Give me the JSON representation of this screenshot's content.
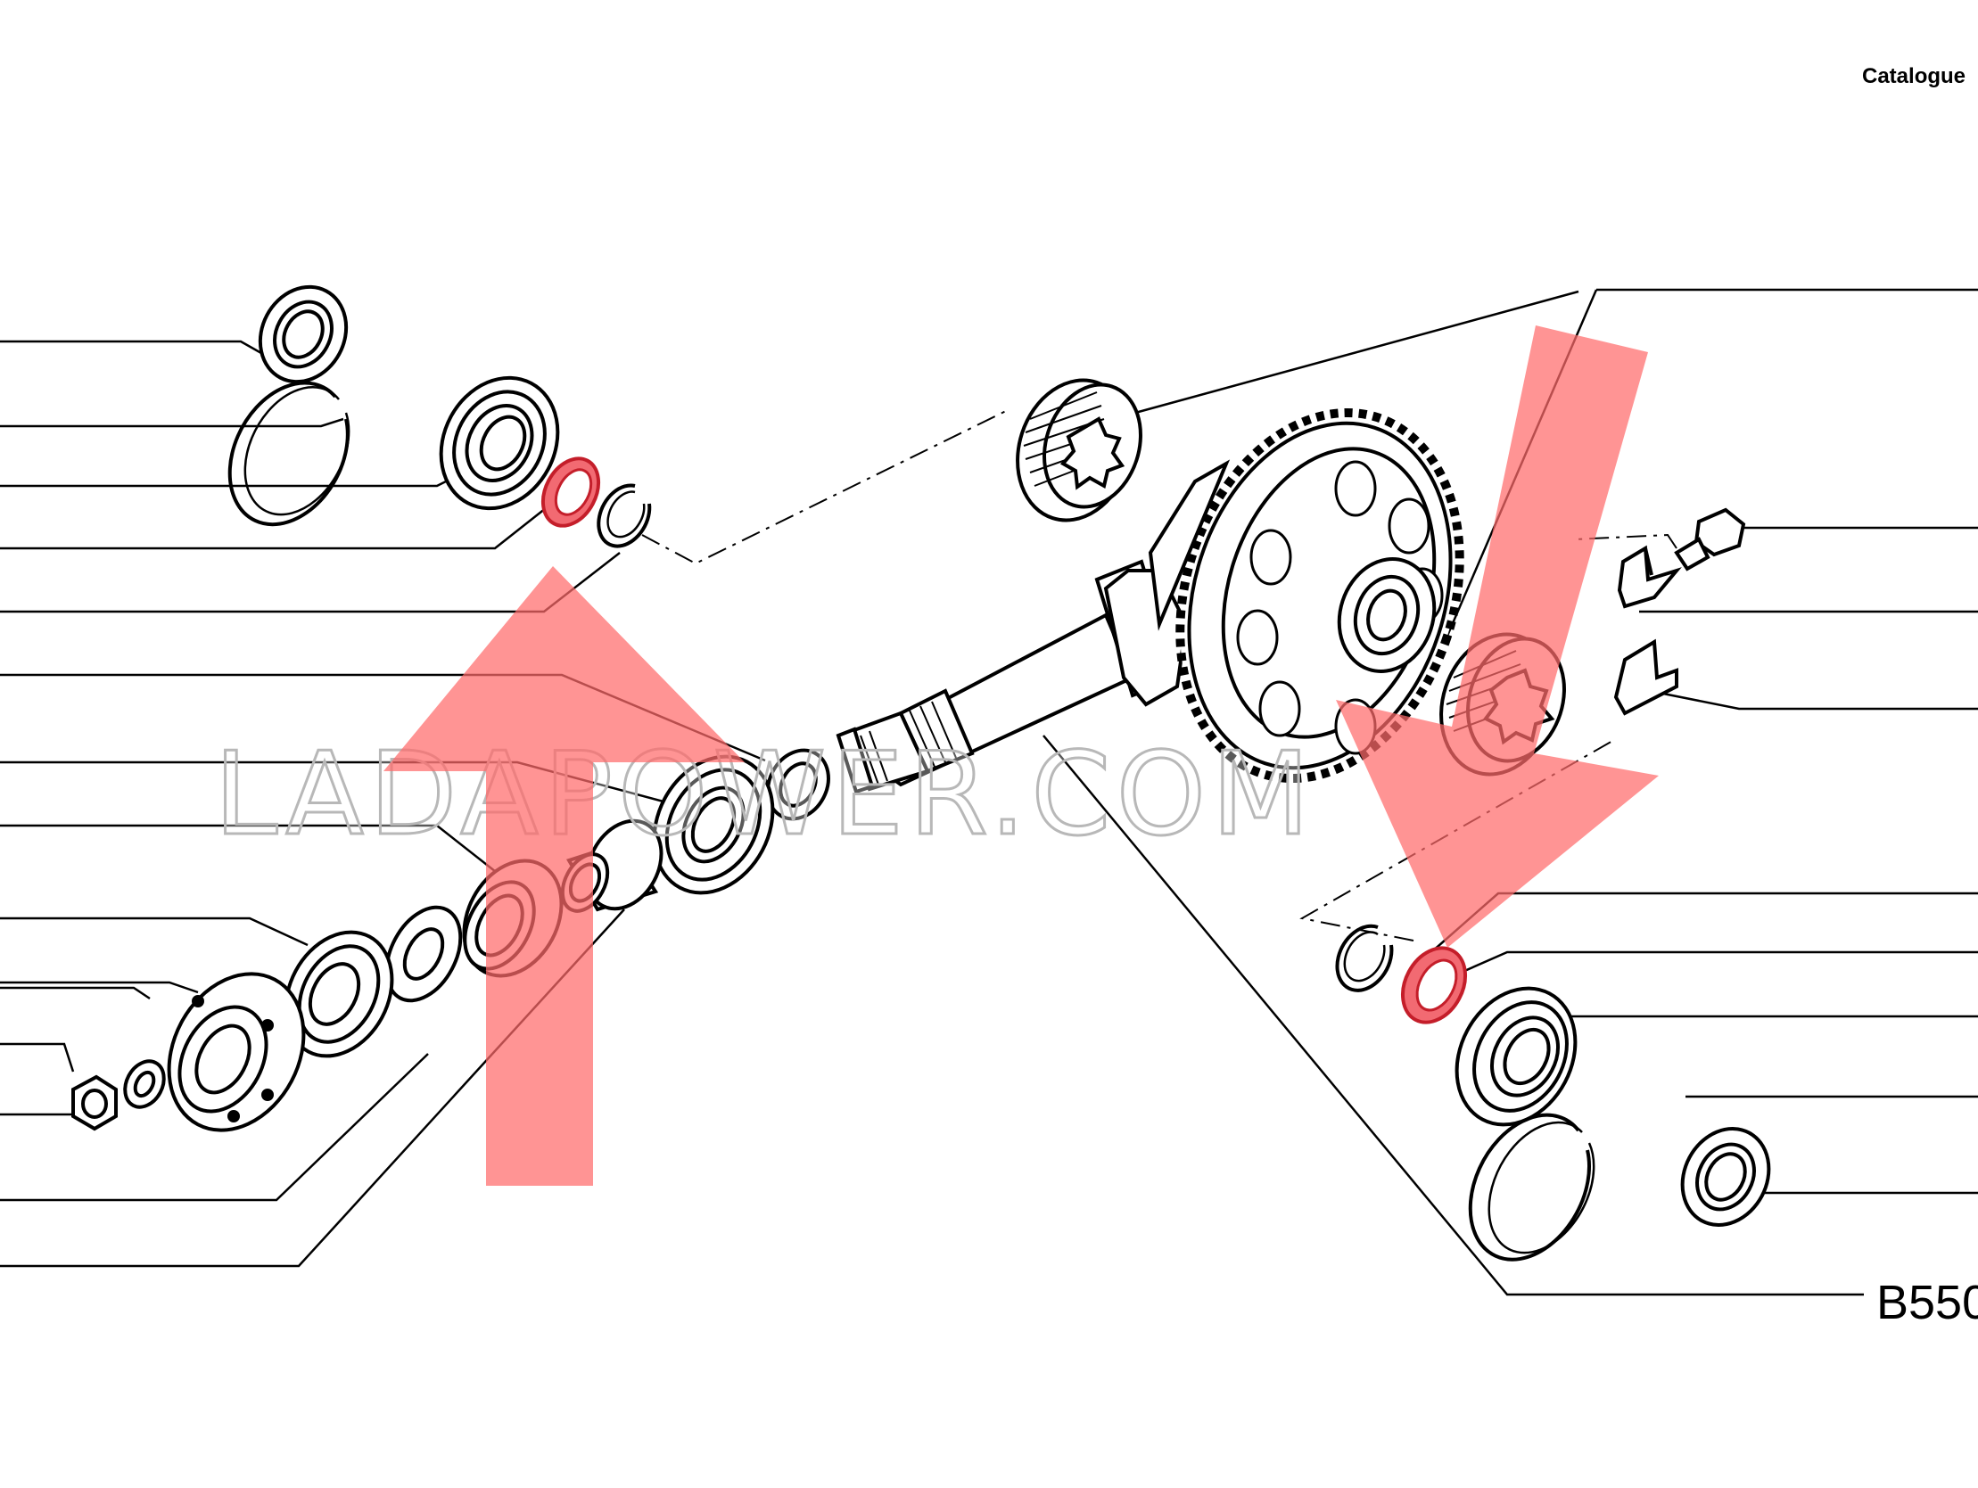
{
  "header": {
    "catalogue_label": "Catalogue"
  },
  "figure": {
    "code": "B550"
  },
  "watermark": {
    "text": "LADAPOWER.COM"
  },
  "colors": {
    "line": "#000000",
    "highlight_ring": "#f0505a",
    "arrow": "#ff7a7a",
    "watermark": "#c8c8c8"
  },
  "annotations": {
    "arrows": [
      "up-arrow",
      "down-arrow"
    ],
    "highlighted_parts": [
      "left-adjusting-ring",
      "right-adjusting-ring"
    ]
  }
}
